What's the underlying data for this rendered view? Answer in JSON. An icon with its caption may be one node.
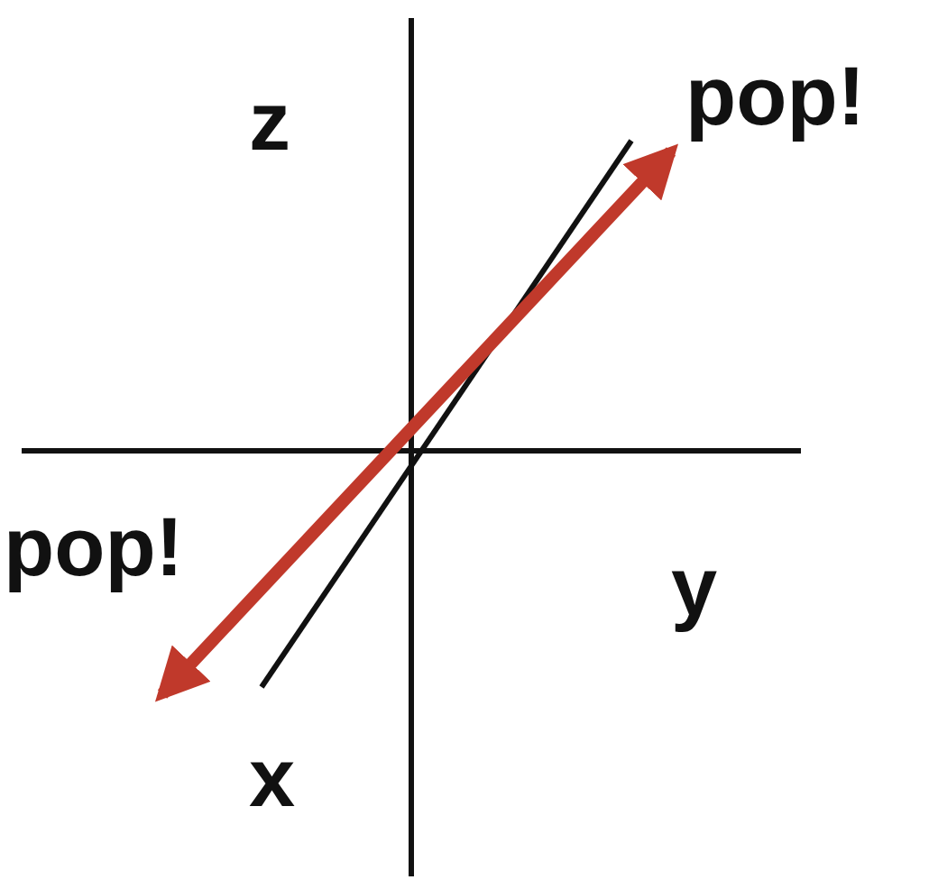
{
  "diagram": {
    "labels": [
      "z",
      "pop!",
      "pop!",
      "y",
      "x"
    ]
  }
}
